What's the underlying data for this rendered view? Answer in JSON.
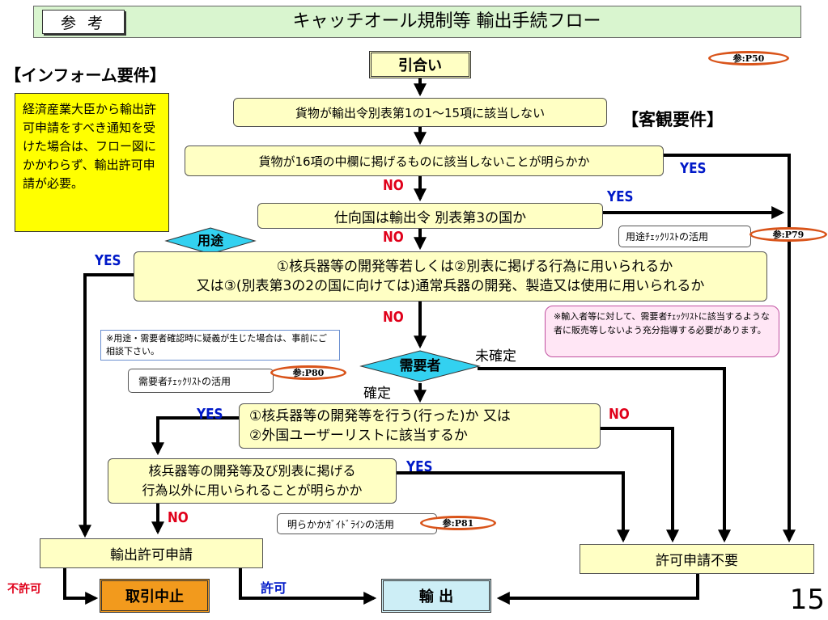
{
  "header": {
    "tag": "参 考",
    "title": "キャッチオール規制等 輸出手続フロー"
  },
  "refs": {
    "p50": "参:P50",
    "p79": "参:P79",
    "p80": "参:P80",
    "p81": "参:P81"
  },
  "left_panel": {
    "heading": "【インフォーム要件】",
    "text": "経済産業大臣から輸出許可申請をすべき通知を受けた場合は、フロー図にかかわらず、輸出許可申請が必要。"
  },
  "objective_heading": "【客観要件】",
  "boxes": {
    "inquiry": "引合い",
    "step1": "貨物が輸出令別表第1の1～15項に該当しない",
    "step2": "貨物が16項の中欄に掲げるものに該当しないことが明らかか",
    "step3": "仕向国は輸出令 別表第3の国か",
    "step4_line1": "①核兵器等の開発等若しくは②別表に掲げる行為に用いられるか",
    "step4_line2": "又は③(別表第3の2の国に向けては)通常兵器の開発、製造又は使用に用いられるか",
    "step5_line1": "①核兵器等の開発等を行う(行った)か 又は",
    "step5_line2": "②外国ユーザーリストに該当するか",
    "step6_line1": "核兵器等の開発等及び別表に掲げる",
    "step6_line2": "行為以外に用いられることが明らかか",
    "apply": "輸出許可申請",
    "no_apply": "許可申請不要",
    "stop": "取引中止",
    "export": "輸 出"
  },
  "diamonds": {
    "use": "用途",
    "user": "需要者"
  },
  "labels": {
    "yes": "YES",
    "no": "NO",
    "unconfirmed": "未確定",
    "confirmed": "確定",
    "denied": "不許可",
    "permitted": "許可"
  },
  "notes": {
    "use_checklist": "用途ﾁｪｯｸﾘｽﾄの活用",
    "user_checklist": "需要者ﾁｪｯｸﾘｽﾄの活用",
    "guideline": "明らかかｶﾞｲﾄﾞﾗｲﾝの活用",
    "consult": "※用途・需要者確認時に疑義が生じた場合は、事前にご相談下さい。",
    "importer": "※輸入者等に対して、需要者ﾁｪｯｸﾘｽﾄに該当するような者に販売等しないよう充分指導する必要があります。"
  },
  "page_number": "15",
  "colors": {
    "yellow": "#ffffc4",
    "title_green": "#d9f5cf",
    "diamond": "#33d1f0",
    "stop_orange": "#f29a1d",
    "export_blue": "#cdeef6",
    "blue_label": "#0019c8",
    "red_label": "#e0001a",
    "pink_note": "#ffe6f5"
  }
}
